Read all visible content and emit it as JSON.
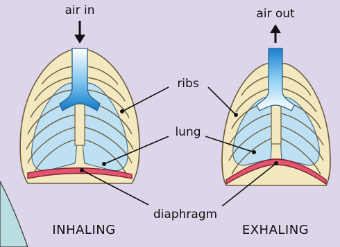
{
  "labels": {
    "air_in": "air in",
    "air_out": "air out",
    "ribs": "ribs",
    "lung": "lung",
    "diaphragm": "diaphragm",
    "inhaling": "INHALING",
    "exhaling": "EXHALING"
  },
  "colors": {
    "background": "#ddd6ea",
    "rib_fill": "#f3e8bf",
    "rib_stroke": "#6b5b3e",
    "lung_fill": "#bde0f3",
    "airway_fill": "#1f8fd6",
    "diaphragm_fill": "#e3546e",
    "ink": "#111111"
  }
}
